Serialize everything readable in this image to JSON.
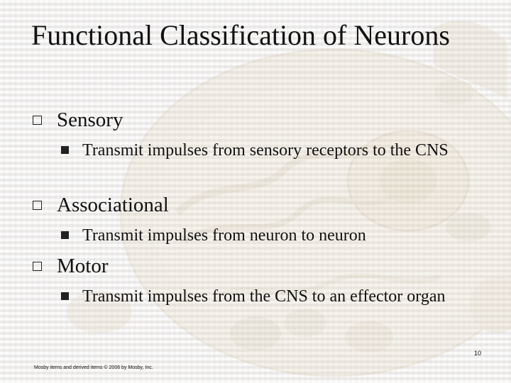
{
  "slide": {
    "title": "Functional Classification of Neurons",
    "bullets": [
      {
        "label": "Sensory",
        "sub": [
          "Transmit impulses from sensory receptors to the CNS"
        ]
      },
      {
        "label": "Associational",
        "sub": [
          "Transmit impulses from neuron to neuron"
        ]
      },
      {
        "label": "Motor",
        "sub": [
          "Transmit impulses from the CNS to an effector organ"
        ]
      }
    ],
    "page_number": "10",
    "footer": "Mosby items and derived items © 2006 by Mosby, Inc."
  },
  "colors": {
    "background": "#f1efee",
    "text": "#111111",
    "cell_art": "#e7d7a6"
  },
  "icons": {
    "level1_marker": "hollow-square-bullet-icon",
    "level2_marker": "filled-square-bullet-icon"
  }
}
